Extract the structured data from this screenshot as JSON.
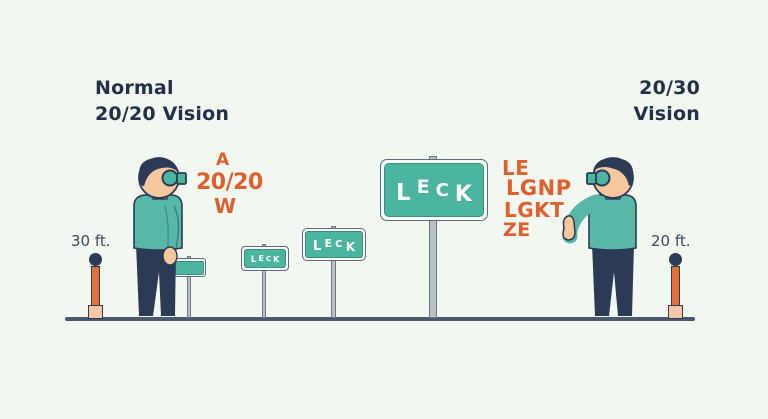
{
  "scene": {
    "background_color": "#f2f7f0",
    "ground_color": "#4a5a6e",
    "accent_orange": "#df5f2d",
    "accent_teal": "#4cb5a0",
    "text_navy": "#22304a"
  },
  "titles": {
    "left": "Normal\n20/20 Vision",
    "right": "20/30\nVision"
  },
  "markers": {
    "left": {
      "label": "30 ft."
    },
    "right": {
      "label": "20 ft."
    }
  },
  "eye_chart_left": {
    "top_letter": "A",
    "acuity": "20/20",
    "bottom_letter": "W"
  },
  "eye_chart_right": {
    "rows": [
      "LE",
      "LGNP",
      "LGKT",
      "ZE"
    ]
  },
  "signs": {
    "main": {
      "letters": [
        "L",
        "E",
        "C",
        "K"
      ]
    },
    "medium": {
      "letters": [
        "L",
        "E",
        "C",
        "K"
      ]
    },
    "small": {
      "letters": [
        "L",
        "E",
        "C",
        "K"
      ]
    },
    "tiny": {
      "letters": []
    }
  },
  "people": {
    "left": {
      "name": "person-facing-right",
      "shirt_color": "#57b8a8",
      "pants_color": "#2b3a55",
      "hair_color": "#2b3a55",
      "skin_color": "#f6c79c"
    },
    "right": {
      "name": "person-facing-left",
      "shirt_color": "#57b8a8",
      "pants_color": "#2b3a55",
      "hair_color": "#2b3a55",
      "skin_color": "#f6c79c"
    }
  }
}
